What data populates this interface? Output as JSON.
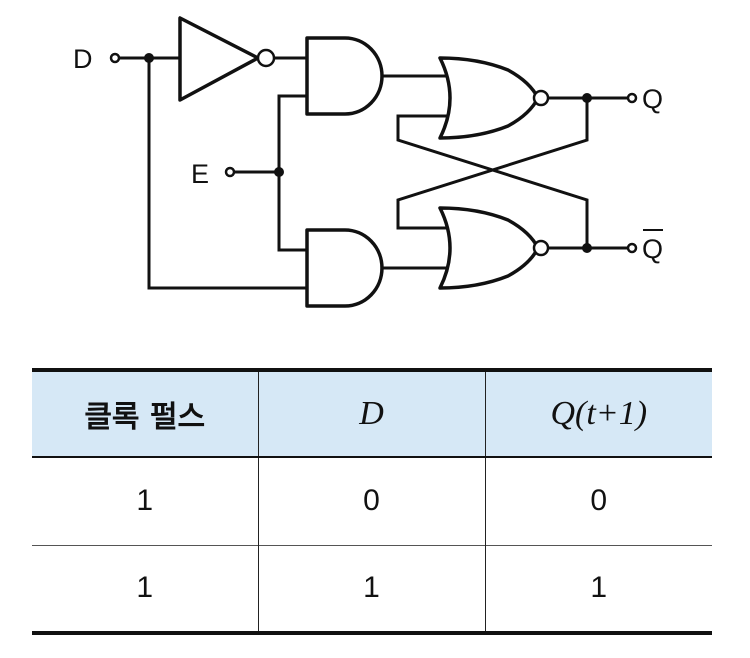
{
  "circuit": {
    "labels": {
      "d": "D",
      "e": "E",
      "q": "Q",
      "q_bar": "Q"
    }
  },
  "table": {
    "headers": [
      "클록 펄스",
      "D",
      "Q(t+1)"
    ],
    "rows": [
      [
        "1",
        "0",
        "0"
      ],
      [
        "1",
        "1",
        "1"
      ]
    ]
  }
}
